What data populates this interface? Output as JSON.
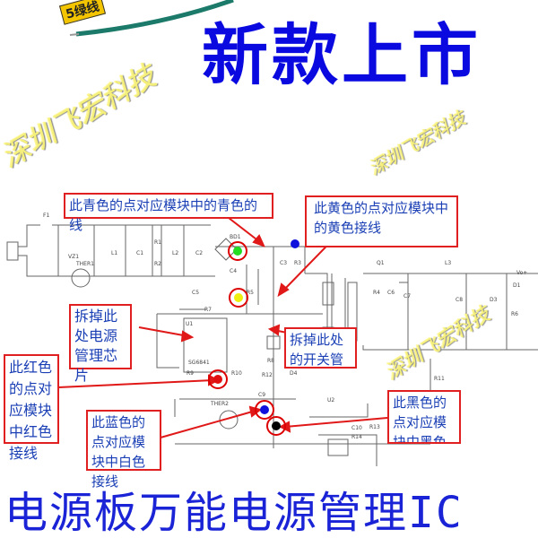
{
  "header": {
    "badge": "5绿线",
    "title": "新款上市"
  },
  "watermark": "深圳飞宏科技",
  "annotations": {
    "cyan": "此青色的点对应模块中的青色的线",
    "yellow": "此黄色的点对应模块中的黄色接线",
    "chip": "拆掉此处电源管理芯片",
    "switch": "拆掉此处的开关管",
    "red": "此红色的点对应模块中红色接线",
    "blue": "此蓝色的点对应模块中白色接线",
    "black": "此黑色的点对应模块中黑色的接线"
  },
  "components": [
    "F1",
    "VZ1",
    "THER1",
    "L1",
    "C1",
    "R1",
    "R2",
    "L2",
    "C2",
    "BD1",
    "C4",
    "C5",
    "C3",
    "R3",
    "R5",
    "R7",
    "U1",
    "SG6841",
    "R9",
    "R10",
    "THER2",
    "R12",
    "C9",
    "D4",
    "R8",
    "Q1",
    "R4",
    "C6",
    "C7",
    "L3",
    "C8",
    "D3",
    "D1",
    "R6",
    "Vo+",
    "R11",
    "U2",
    "R13",
    "C10",
    "R14"
  ],
  "dot_colors": {
    "cyan": "#22dd22",
    "yellow": "#eeee10",
    "blue": "#1010dd",
    "red": "#e01010",
    "black": "#000000"
  },
  "footer": {
    "title": "电源板万能电源管理IC"
  }
}
